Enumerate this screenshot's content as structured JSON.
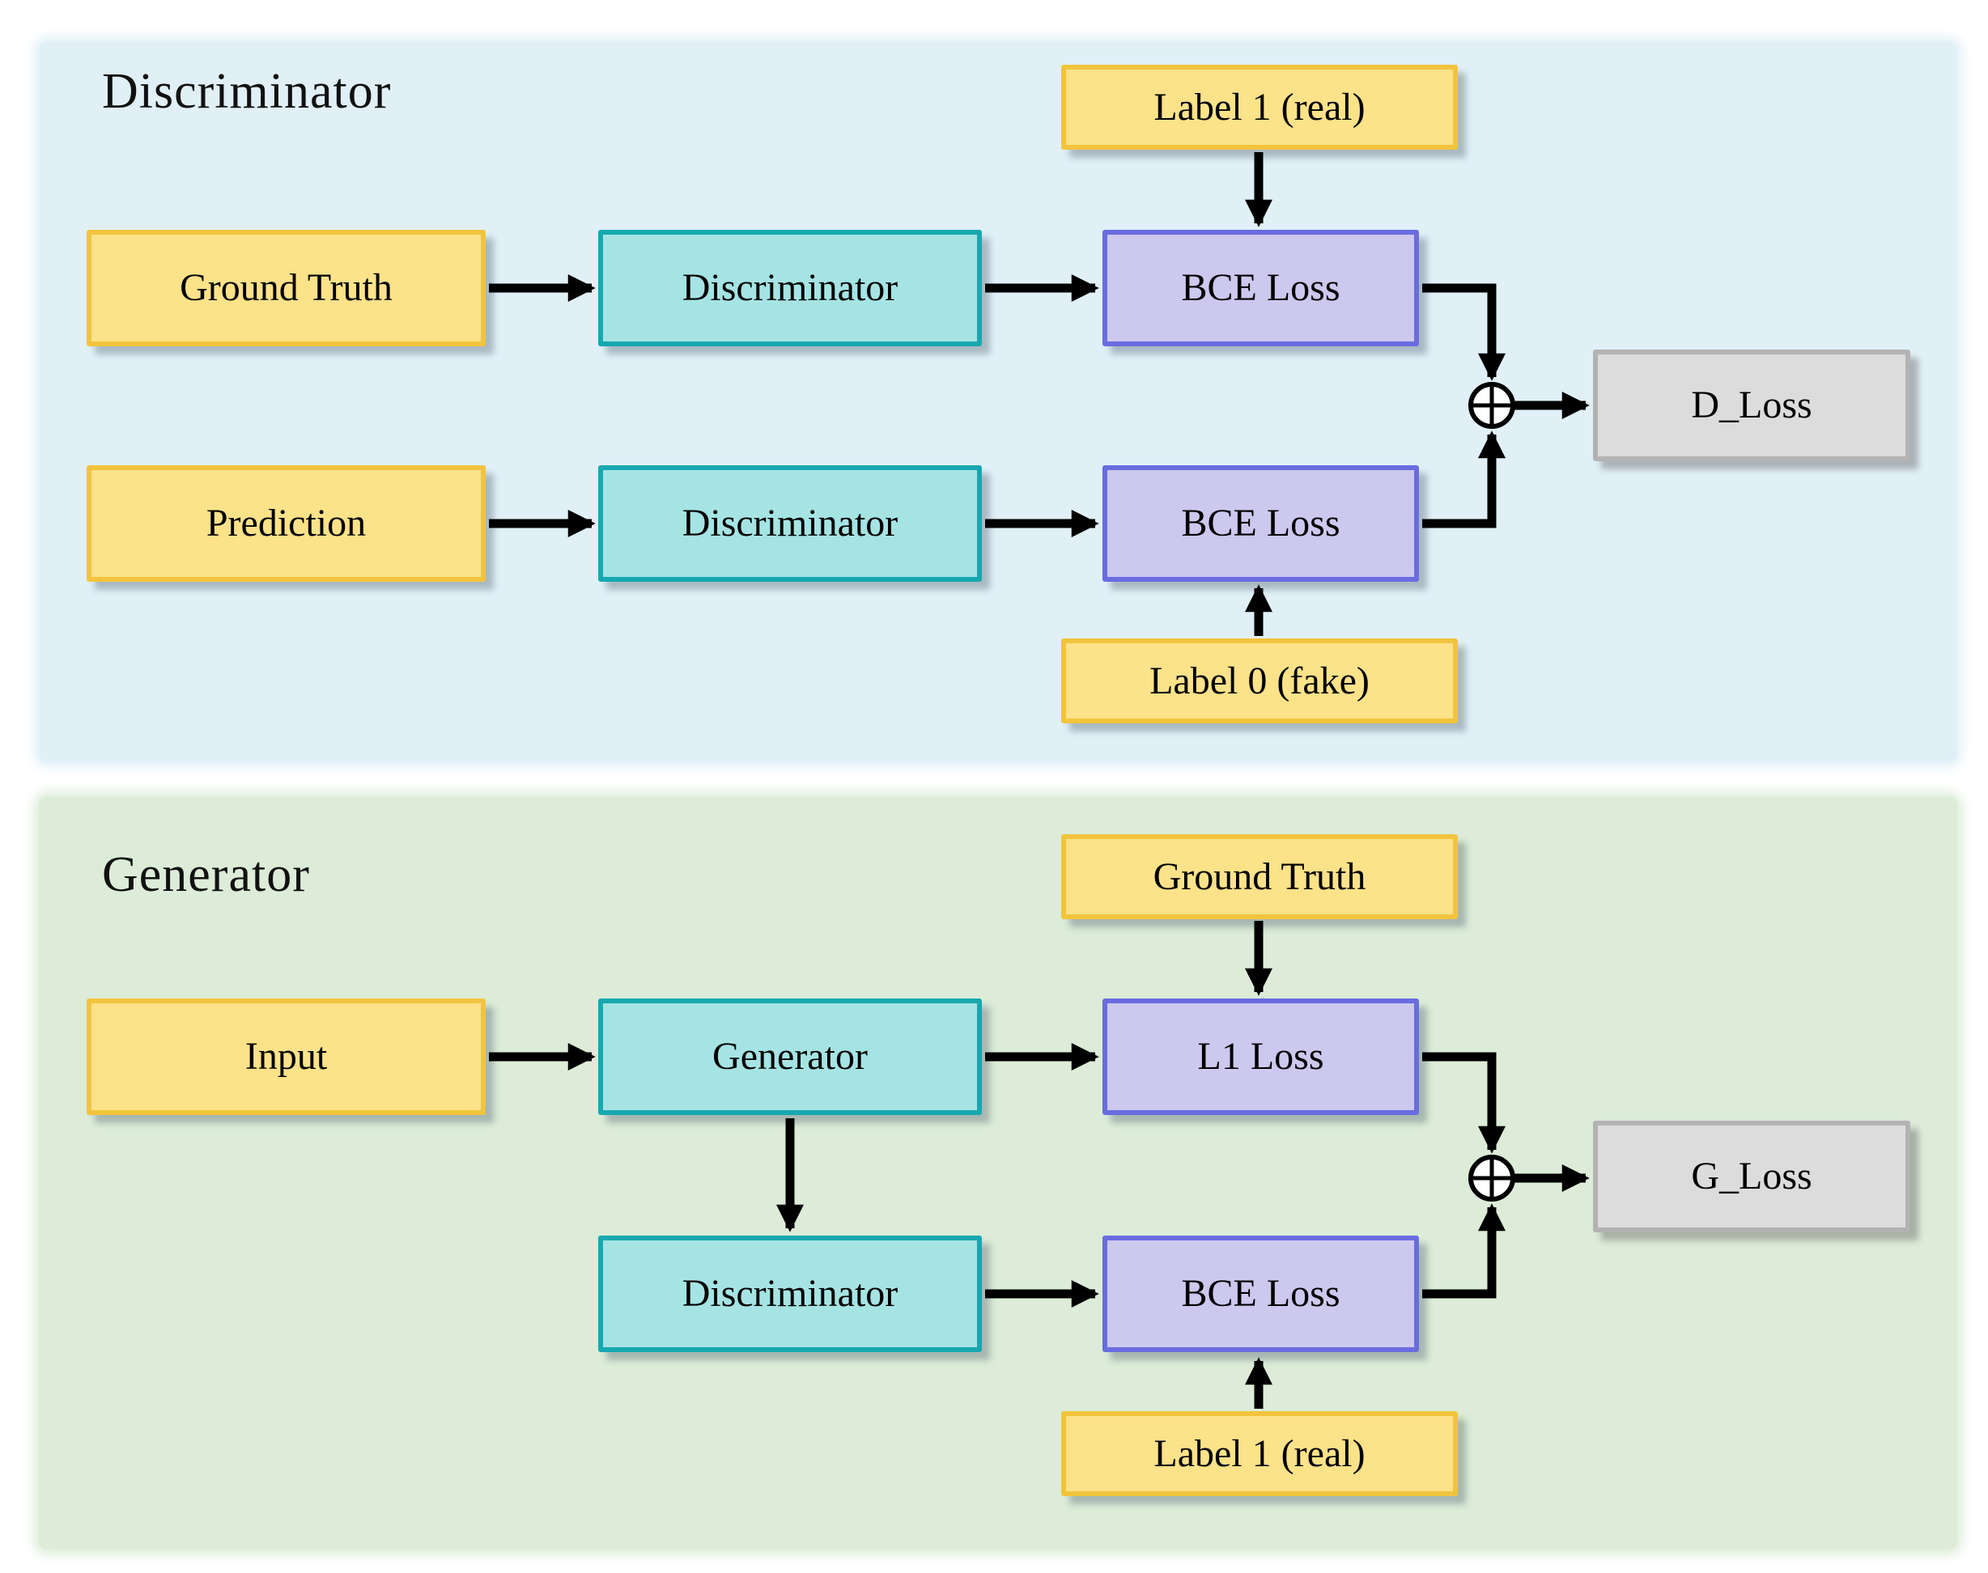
{
  "figure": {
    "type": "flow-diagram",
    "description": "GAN training losses: discriminator branch and generator branch"
  },
  "panels": {
    "discriminator": {
      "title": "Discriminator",
      "bg_color": "#e1f0f7",
      "boxes": {
        "label1": "Label 1 (real)",
        "ground_truth": "Ground Truth",
        "discriminator_top": "Discriminator",
        "bce_top": "BCE Loss",
        "prediction": "Prediction",
        "discriminator_bottom": "Discriminator",
        "bce_bottom": "BCE Loss",
        "label0": "Label 0 (fake)",
        "output": "D_Loss"
      },
      "sum_symbol": "circle-plus",
      "edges": [
        "Ground Truth → Discriminator",
        "Discriminator → BCE Loss (top)",
        "Label 1 (real) → BCE Loss (top)",
        "Prediction → Discriminator",
        "Discriminator → BCE Loss (bottom)",
        "Label 0 (fake) → BCE Loss (bottom)",
        "BCE Loss (top) → sum",
        "BCE Loss (bottom) → sum",
        "sum → D_Loss"
      ]
    },
    "generator": {
      "title": "Generator",
      "bg_color": "#dcecd8",
      "boxes": {
        "ground_truth": "Ground Truth",
        "input": "Input",
        "generator": "Generator",
        "l1": "L1 Loss",
        "discriminator": "Discriminator",
        "bce": "BCE Loss",
        "label1": "Label 1 (real)",
        "output": "G_Loss"
      },
      "sum_symbol": "circle-plus",
      "edges": [
        "Input → Generator",
        "Generator → L1 Loss",
        "Ground Truth → L1 Loss",
        "Generator → Discriminator",
        "Discriminator → BCE Loss",
        "Label 1 (real) → BCE Loss",
        "L1 Loss → sum",
        "BCE Loss → sum",
        "sum → G_Loss"
      ]
    }
  },
  "styles": {
    "input_box_fill": "#fce289",
    "input_box_border": "#f2c43d",
    "model_box_fill": "#a6e4e4",
    "model_box_border": "#17a8b0",
    "loss_box_fill": "#ccc8ee",
    "loss_box_border": "#6a6ce0",
    "output_box_fill": "#dcdcdc",
    "output_box_border": "#b3b3b3",
    "arrow_color": "#000000",
    "text_color": "#000000"
  }
}
